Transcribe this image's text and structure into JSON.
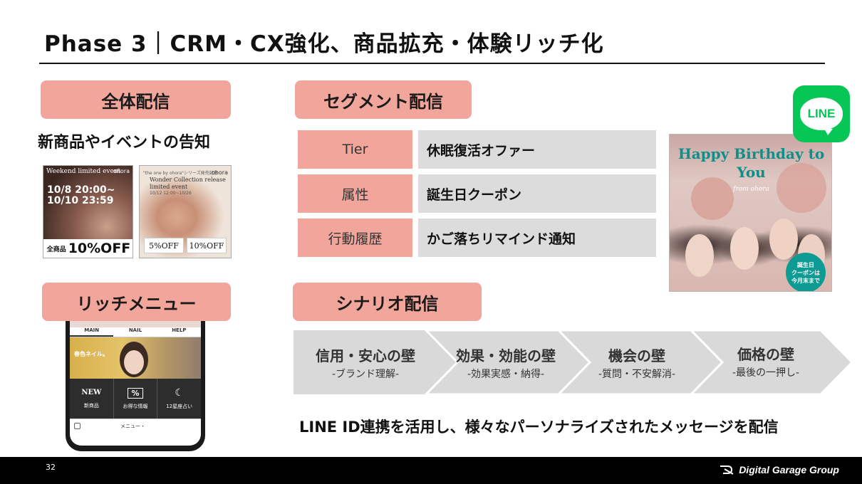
{
  "slide": {
    "title": "Phase 3｜CRM・CX強化、商品拡充・体験リッチ化",
    "page_number": "32",
    "brand": "Digital Garage Group"
  },
  "broadcast": {
    "label": "全体配信",
    "caption": "新商品やイベントの告知",
    "banner1": {
      "headline": "Weekend limited event",
      "brand": "ohora",
      "date1": "10/8 20:00~",
      "date2": "10/10 23:59",
      "badge": "全商品",
      "discount": "10%OFF"
    },
    "banner2": {
      "top": "\"the one by ohora\"シリーズ発売記念",
      "brand": "ohora",
      "headline": "Wonder Collection release",
      "sub": "limited event",
      "dates": "10/12 12:00~10/26",
      "offer1": "5%OFF",
      "offer2": "10%OFF"
    }
  },
  "segment": {
    "label": "セグメント配信",
    "rows": [
      {
        "label": "Tier",
        "value": "休眠復活オファー"
      },
      {
        "label": "属性",
        "value": "誕生日クーポン"
      },
      {
        "label": "行動履歴",
        "value": "かご落ちリマインド通知"
      }
    ]
  },
  "line_logo": {
    "text": "LINE",
    "color": "#06c755"
  },
  "birthday": {
    "title": "Happy Birthday to You",
    "from": "from ohora",
    "badge_line1": "誕生日",
    "badge_line2": "クーポンは",
    "badge_line3": "今月末まで"
  },
  "rich_menu": {
    "label": "リッチメニュー",
    "tabs": [
      "MAIN",
      "NAIL",
      "HELP"
    ],
    "banner_text": "春色ネイル。",
    "tiles": [
      {
        "icon": "NEW",
        "label": "新商品"
      },
      {
        "icon": "%",
        "label": "お得な情報"
      },
      {
        "icon": "☾",
        "label": "12星座占い"
      }
    ],
    "footer_label": "メニュー・"
  },
  "scenario": {
    "label": "シナリオ配信",
    "steps": [
      {
        "title": "信用・安心の壁",
        "sub": "-ブランド理解-"
      },
      {
        "title": "効果・効能の壁",
        "sub": "-効果実感・納得-"
      },
      {
        "title": "機会の壁",
        "sub": "-質問・不安解消-"
      },
      {
        "title": "価格の壁",
        "sub": "-最後の一押し-"
      }
    ]
  },
  "summary": "LINE ID連携を活用し、様々なパーソナライズされたメッセージを配信"
}
